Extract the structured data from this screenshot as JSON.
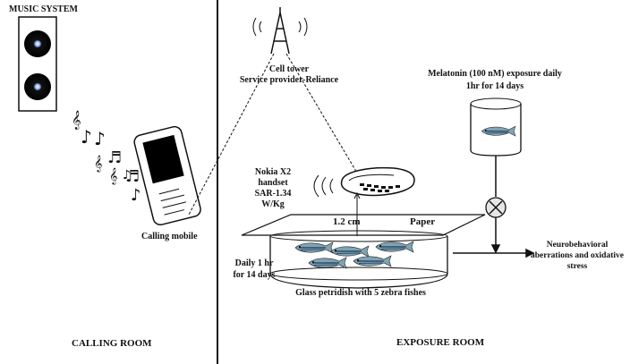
{
  "left_room": {
    "music_system_label": "MUSIC SYSTEM",
    "calling_mobile_label": "Calling mobile",
    "room_label": "CALLING ROOM"
  },
  "right_room": {
    "cell_tower_label": "Cell tower",
    "service_provider_label": "Service provider-Reliance",
    "melatonin_line1": "Melatonin (100  nM) exposure daily",
    "melatonin_line2": "1hr for 14 days",
    "handset_line1": "Nokia X2",
    "handset_line2": "handset",
    "handset_line3": "SAR-1.34",
    "handset_line4": "W/Kg",
    "distance_label": "1.2 cm",
    "paper_label": "Paper",
    "daily_line1": "Daily 1 hr",
    "daily_line2": "for 14 days",
    "petridish_label": "Glass petridish with 5 zebra fishes",
    "outcome_line1": "Neurobehavioral",
    "outcome_line2": "aberrations and oxidative",
    "outcome_line3": "stress",
    "room_label": "EXPOSURE ROOM"
  },
  "colors": {
    "ink": "#111111",
    "fish_body": "#5b7f8f",
    "fish_stripe": "#2f4a6b"
  }
}
